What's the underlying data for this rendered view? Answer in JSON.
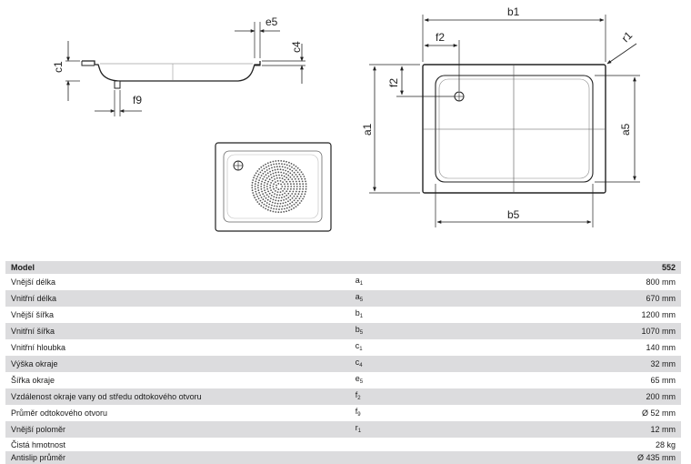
{
  "drawing": {
    "side_view_labels": {
      "c1": "c1",
      "c4": "c4",
      "e5": "e5",
      "f9": "f9"
    },
    "top_view_labels": {
      "b1": "b1",
      "f2_horizontal": "f2",
      "r1": "r1",
      "f2_vertical": "f2",
      "a1": "a1",
      "a5": "a5",
      "b5": "b5"
    }
  },
  "table": {
    "header": {
      "label": "Model",
      "value": "552"
    },
    "rows": [
      {
        "label": "Vnější délka",
        "sym": "a",
        "sub": "1",
        "value": "800 mm"
      },
      {
        "label": "Vnitřní délka",
        "sym": "a",
        "sub": "5",
        "value": "670 mm"
      },
      {
        "label": "Vnější šířka",
        "sym": "b",
        "sub": "1",
        "value": "1200 mm"
      },
      {
        "label": "Vnitřní šířka",
        "sym": "b",
        "sub": "5",
        "value": "1070 mm"
      },
      {
        "label": "Vnitřní hloubka",
        "sym": "c",
        "sub": "1",
        "value": "140 mm"
      },
      {
        "label": "Výška okraje",
        "sym": "c",
        "sub": "4",
        "value": "32 mm"
      },
      {
        "label": "Šířka okraje",
        "sym": "e",
        "sub": "5",
        "value": "65 mm"
      },
      {
        "label": "Vzdálenost okraje vany od středu odtokového otvoru",
        "sym": "f",
        "sub": "2",
        "value": "200 mm"
      },
      {
        "label": "Průměr odtokového otvoru",
        "sym": "f",
        "sub": "9",
        "value": "Ø 52 mm"
      },
      {
        "label": "Vnější poloměr",
        "sym": "r",
        "sub": "1",
        "value": "12 mm"
      },
      {
        "label": "Čistá hmotnost",
        "sym": "",
        "sub": "",
        "value": "28 kg"
      },
      {
        "label": "Antislip průměr",
        "sym": "",
        "sub": "",
        "value": "Ø 435 mm"
      }
    ]
  }
}
